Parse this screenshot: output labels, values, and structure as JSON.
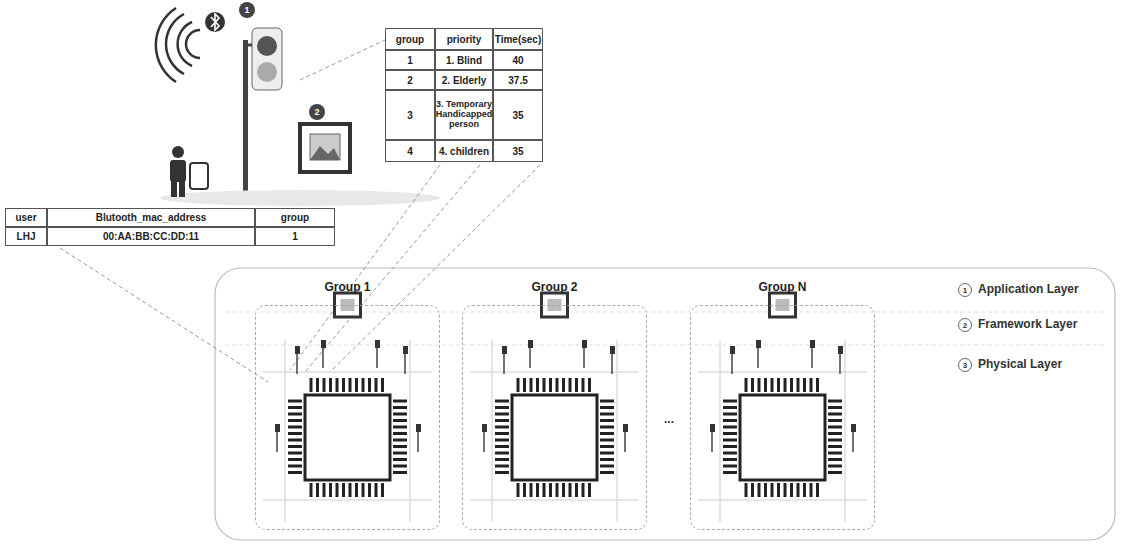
{
  "diagram": {
    "nodes": [
      {
        "text": [
          "Group 1"
        ]
      },
      {
        "text": [
          "Group 2"
        ]
      },
      {
        "text": [
          "Group N"
        ]
      }
    ],
    "labels": [
      "1",
      "2",
      "group",
      "priority",
      "Time(sec)",
      "1",
      "1. Blind",
      "40",
      "2",
      "2. Elderly",
      "37.5",
      "3",
      "3. Temporary Handicapped person",
      "35",
      "4",
      "4. children",
      "35",
      "user",
      "Blutooth_mac_address",
      "group",
      "LHJ",
      "00:AA:BB:CC:DD:11",
      "1",
      "...",
      "1",
      "Application Layer",
      "2",
      "Framework Layer",
      "3",
      "Physical Layer"
    ]
  }
}
